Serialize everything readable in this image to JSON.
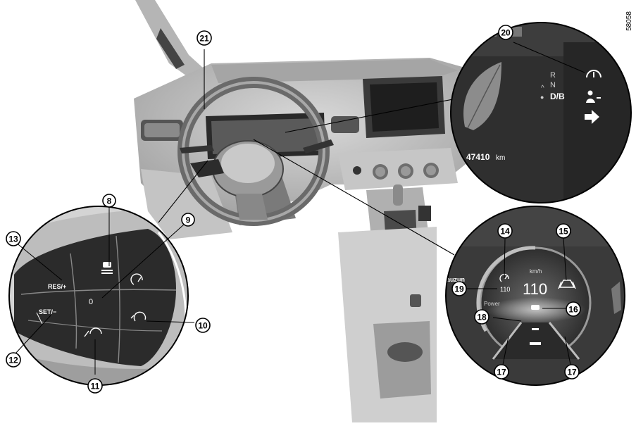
{
  "figure": {
    "reference_code": "58058",
    "callouts": {
      "c8": "8",
      "c9": "9",
      "c10": "10",
      "c11": "11",
      "c12": "12",
      "c13": "13",
      "c14": "14",
      "c15": "15",
      "c16": "16",
      "c17a": "17",
      "c17b": "17",
      "c18": "18",
      "c19": "19",
      "c20": "20",
      "c21": "21"
    },
    "wheel_controls": {
      "res_label": "RES/+",
      "set_label": "SET/−",
      "zero_label": "0"
    },
    "cluster_inset": {
      "gear_r": "R",
      "gear_n": "N",
      "gear_db": "D/B",
      "odometer": "47410",
      "odometer_unit": "km"
    },
    "speed_inset": {
      "speed_unit": "km/h",
      "speed_value": "110",
      "set_speed": "110",
      "power_label": "Power",
      "left_fragment": "auzun"
    }
  }
}
